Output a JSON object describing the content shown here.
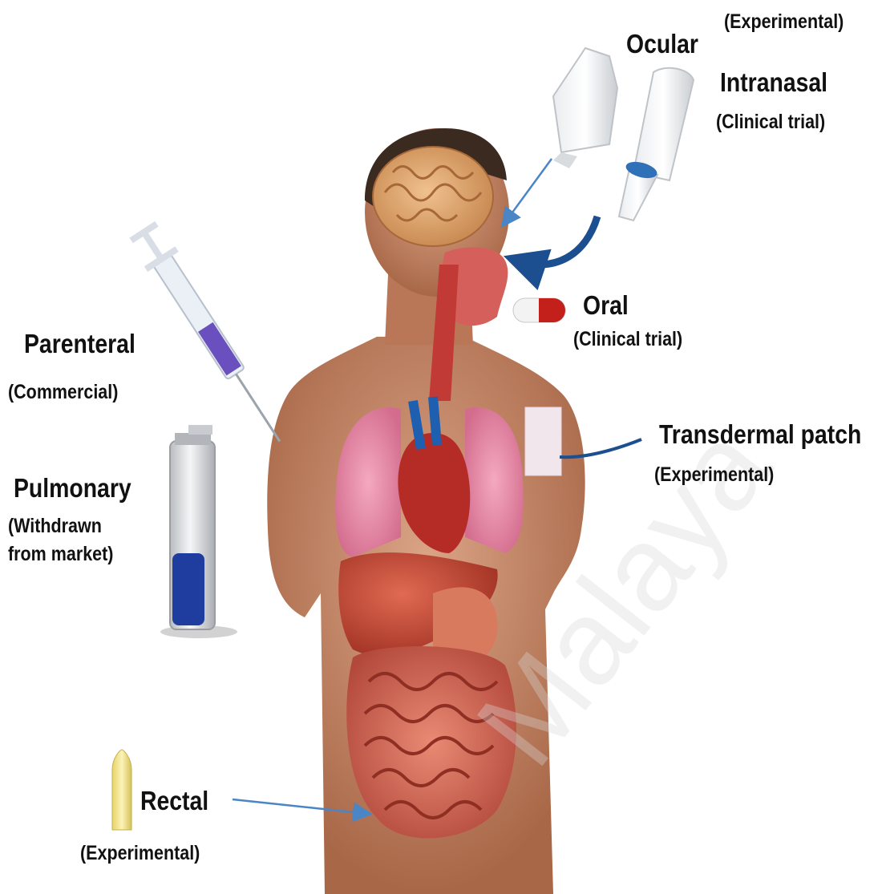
{
  "routes": {
    "ocular": {
      "name": "Ocular",
      "status": "(Experimental)"
    },
    "intranasal": {
      "name": "Intranasal",
      "status": "(Clinical trial)"
    },
    "oral": {
      "name": "Oral",
      "status": "(Clinical trial)"
    },
    "parenteral": {
      "name": "Parenteral",
      "status": "(Commercial)"
    },
    "transdermal": {
      "name": "Transdermal patch",
      "status": "(Experimental)"
    },
    "pulmonary": {
      "name": "Pulmonary",
      "status_line1": "(Withdrawn",
      "status_line2": "from market)"
    },
    "rectal": {
      "name": "Rectal",
      "status": "(Experimental)"
    }
  },
  "watermark": "Malaya",
  "colors": {
    "arrow_thin": "#4a86c5",
    "arrow_thick": "#1c4f8f",
    "skin": "#c98b6c",
    "organ": "#c4473c",
    "lung": "#e88aa6"
  }
}
